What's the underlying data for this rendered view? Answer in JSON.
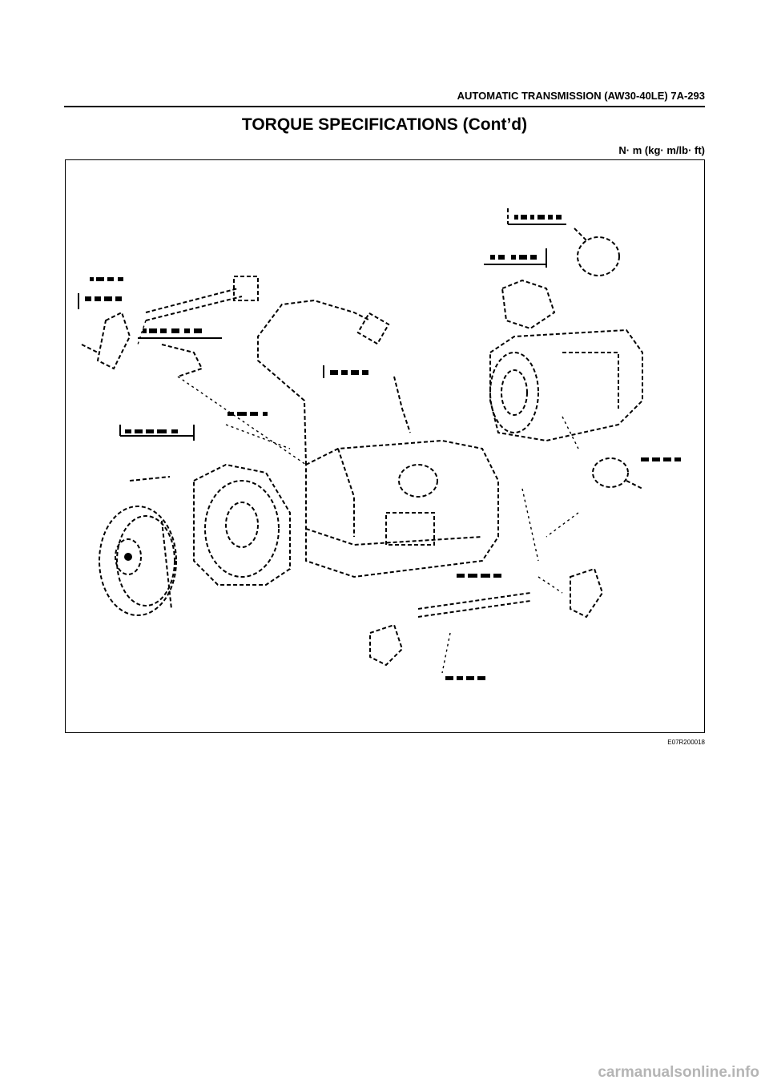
{
  "header": {
    "text": "AUTOMATIC TRANSMISSION (AW30-40LE)  7A-293"
  },
  "title": "TORQUE SPECIFICATIONS (Cont’d)",
  "units": "N· m (kg· m/lb· ft)",
  "figure": {
    "code": "E07R200018"
  },
  "watermark": "carmanualsonline.info"
}
